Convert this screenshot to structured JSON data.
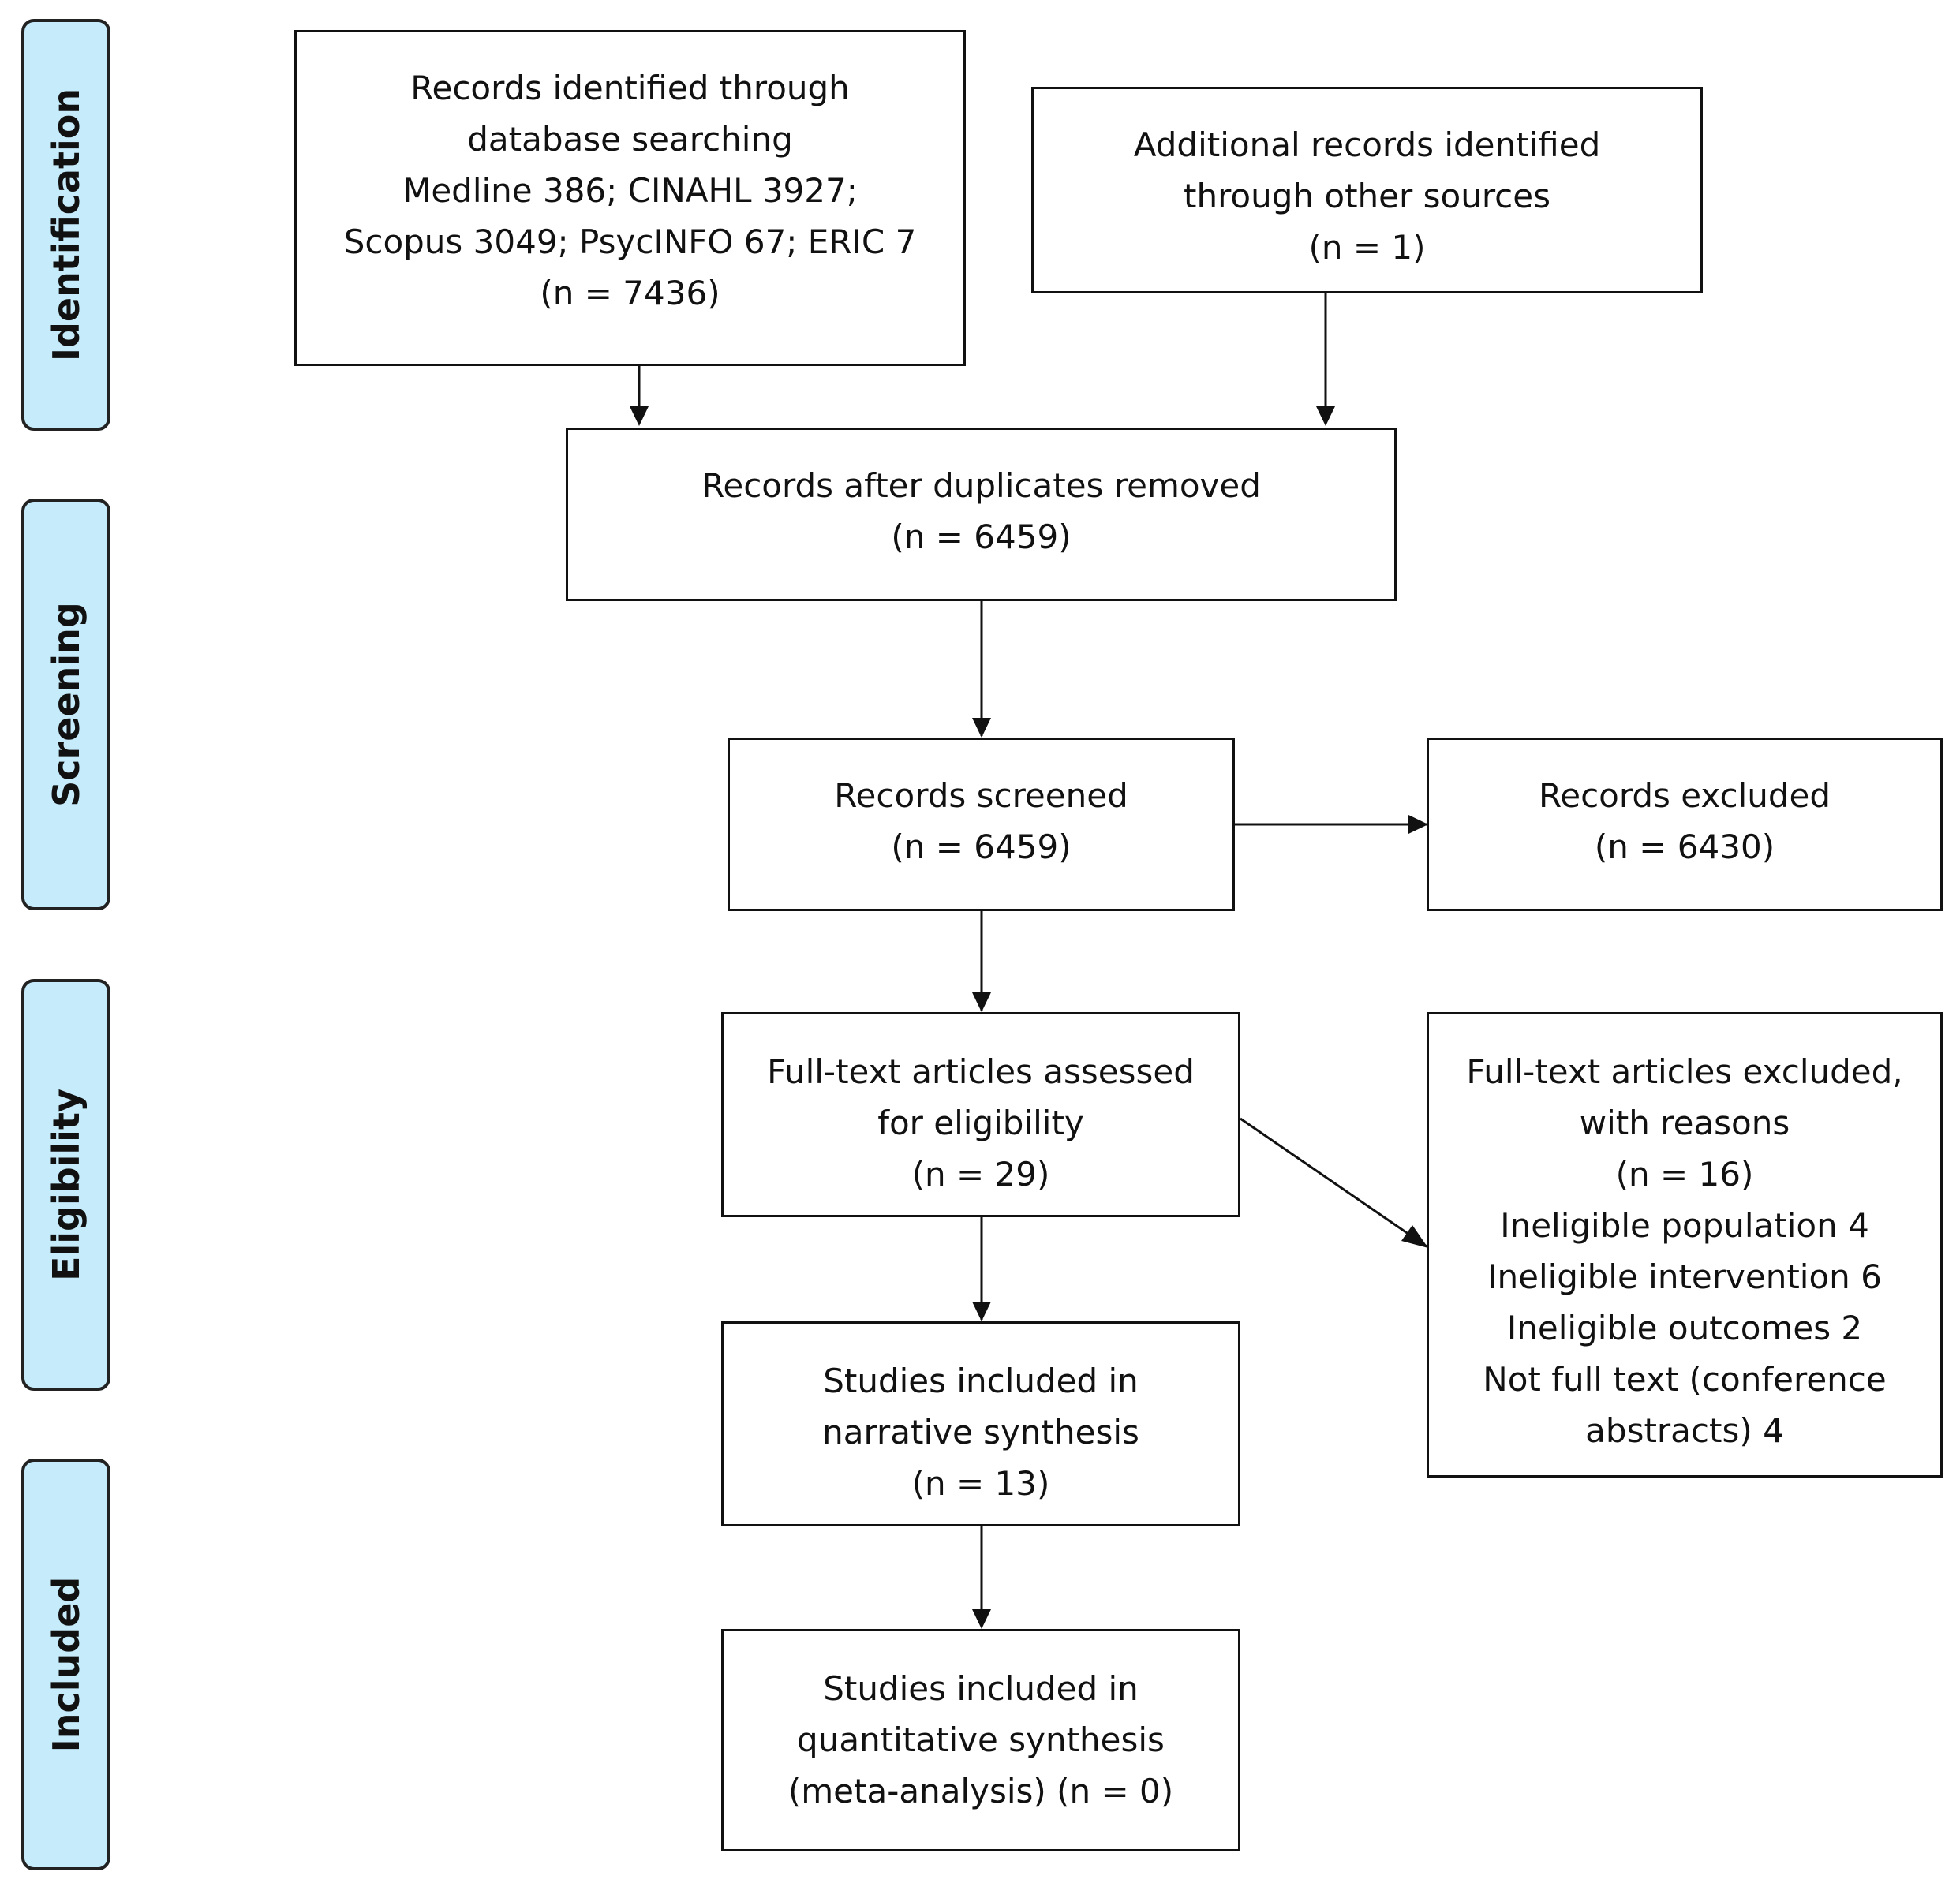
{
  "stages": [
    {
      "id": "identification",
      "label": "Identification"
    },
    {
      "id": "screening",
      "label": "Screening"
    },
    {
      "id": "eligibility",
      "label": "Eligibility"
    },
    {
      "id": "included",
      "label": "Included"
    }
  ],
  "boxes": {
    "database_records": {
      "lines": [
        "Records identified through",
        "database searching",
        "Medline 386; CINAHL 3927;",
        "Scopus 3049; PsycINFO 67; ERIC 7",
        "(n = 7436)"
      ]
    },
    "other_sources": {
      "lines": [
        "Additional records identified",
        "through other sources",
        "(n = 1)"
      ]
    },
    "after_duplicates": {
      "lines": [
        "Records after duplicates removed",
        "(n = 6459)"
      ]
    },
    "screened": {
      "lines": [
        "Records screened",
        "(n = 6459)"
      ]
    },
    "excluded": {
      "lines": [
        "Records excluded",
        "(n = 6430)"
      ]
    },
    "fulltext_assessed": {
      "lines": [
        "Full-text articles assessed",
        "for eligibility",
        "(n = 29)"
      ]
    },
    "fulltext_excluded": {
      "lines": [
        "Full-text articles excluded,",
        "with reasons",
        "(n = 16)",
        "Ineligible population 4",
        "Ineligible intervention 6",
        "Ineligible outcomes 2",
        "Not full text (conference",
        "abstracts) 4"
      ]
    },
    "narrative": {
      "lines": [
        "Studies included in",
        "narrative synthesis",
        "(n = 13)"
      ]
    },
    "quantitative": {
      "lines": [
        "Studies included in",
        "quantitative synthesis",
        "(meta-analysis) (n = 0)"
      ]
    }
  }
}
